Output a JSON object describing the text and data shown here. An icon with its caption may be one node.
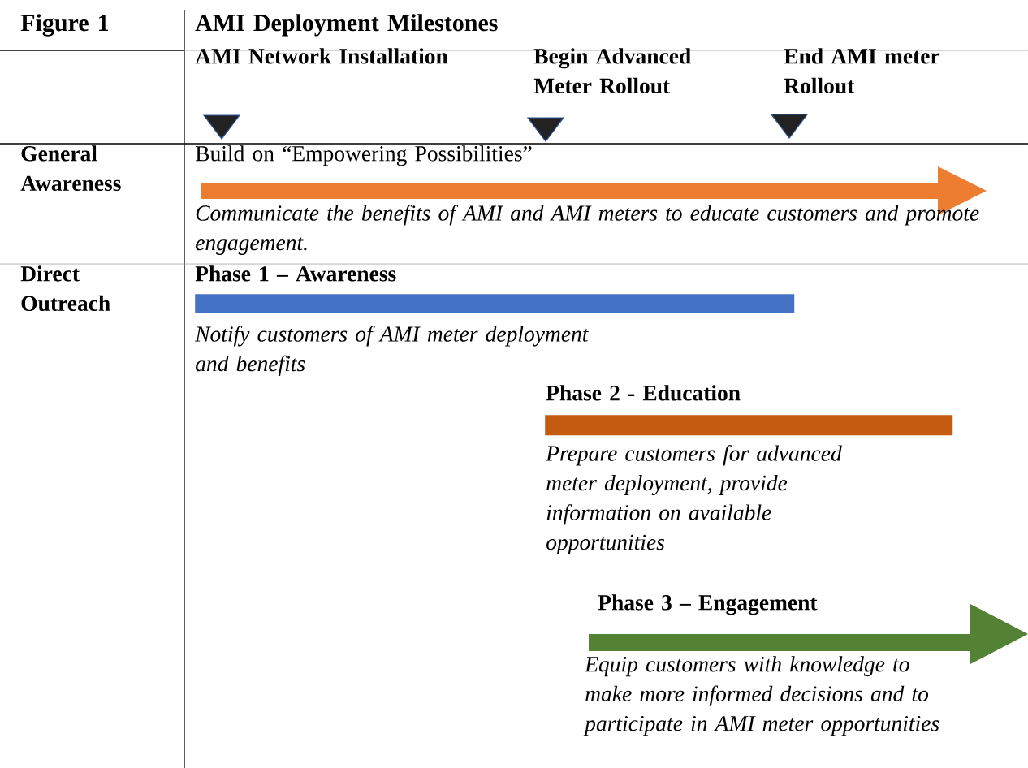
{
  "diagram": {
    "title": "AMI Deployment Milestones",
    "nodes": [
      {
        "text": [],
        "shape": "bar"
      },
      {
        "text": [],
        "shape": "bar"
      }
    ],
    "labels": [
      "Figure 1",
      "AMI Network Installation",
      "Begin Advanced Meter Rollout",
      "End AMI meter Rollout",
      "General Awareness",
      "Build on “Empowering Possibilities”",
      "Communicate the benefits of AMI and AMI meters to educate customers and promote engagement.",
      "Direct Outreach",
      "Phase 1 – Awareness",
      "Notify customers of AMI meter deployment and benefits",
      "Phase 2 - Education",
      "Prepare customers for advanced meter deployment, provide information on available opportunities",
      "Phase 3 – Engagement",
      "Equip customers with knowledge to make more informed decisions and to participate in AMI meter opportunities"
    ]
  }
}
